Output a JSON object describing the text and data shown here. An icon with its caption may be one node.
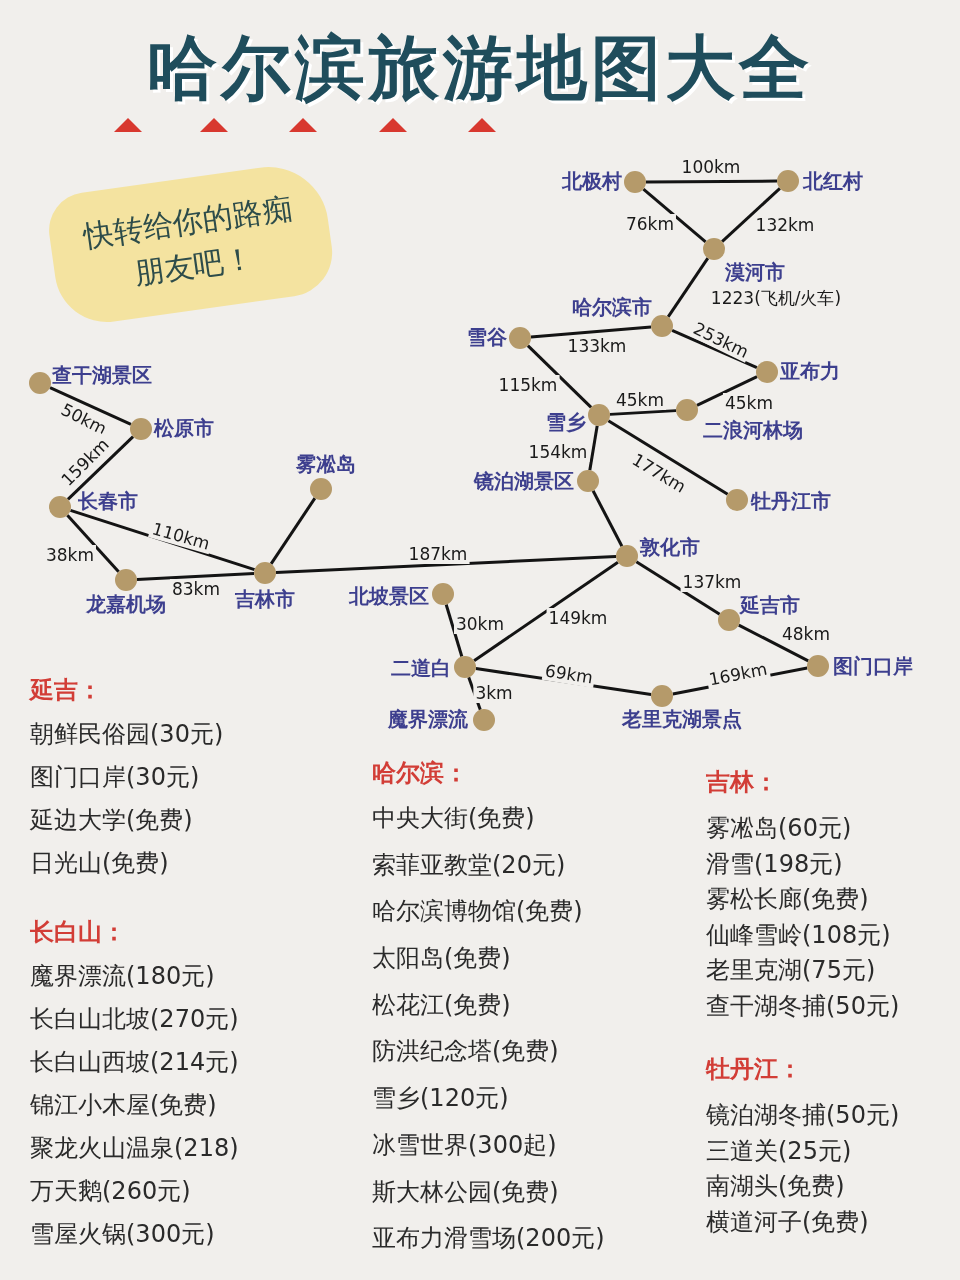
{
  "diagram": {
    "title": "哈尔滨旅游地图大全",
    "nodes": [
      {
        "text": [
          "北极村"
        ]
      },
      {
        "text": [
          "北红村"
        ]
      },
      {
        "text": [
          "漠河市"
        ]
      },
      {
        "text": [
          "哈尔滨市"
        ]
      },
      {
        "text": [
          "雪谷"
        ]
      },
      {
        "text": [
          "亚布力"
        ]
      },
      {
        "text": [
          "雪乡"
        ]
      },
      {
        "text": [
          "二浪河林场"
        ]
      },
      {
        "text": [
          "镜泊湖景区"
        ]
      },
      {
        "text": [
          "牡丹江市"
        ]
      },
      {
        "text": [
          "查干湖景区"
        ]
      },
      {
        "text": [
          "松原市"
        ]
      },
      {
        "text": [
          "长春市"
        ]
      },
      {
        "text": [
          "雾凇岛"
        ]
      },
      {
        "text": [
          "龙嘉机场"
        ]
      },
      {
        "text": [
          "吉林市"
        ]
      },
      {
        "text": [
          "敦化市"
        ]
      },
      {
        "text": [
          "北坡景区"
        ]
      },
      {
        "text": [
          "延吉市"
        ]
      },
      {
        "text": [
          "二道白"
        ]
      },
      {
        "text": [
          "图门口岸"
        ]
      },
      {
        "text": [
          "魔界漂流"
        ]
      },
      {
        "text": [
          "老里克湖景点"
        ]
      }
    ],
    "edges": [
      {
        "from": 0,
        "to": 1,
        "arrow": "none",
        "label": "100km"
      },
      {
        "from": 0,
        "to": 2,
        "arrow": "none",
        "label": "76km"
      },
      {
        "from": 1,
        "to": 2,
        "arrow": "none",
        "label": "132km"
      },
      {
        "from": 2,
        "to": 3,
        "arrow": "none",
        "label": "1223(飞机/火车)"
      },
      {
        "from": 3,
        "to": 4,
        "arrow": "none",
        "label": "133km"
      },
      {
        "from": 3,
        "to": 5,
        "arrow": "none",
        "label": "253km"
      },
      {
        "from": 4,
        "to": 6,
        "arrow": "none",
        "label": "115km"
      },
      {
        "from": 6,
        "to": 7,
        "arrow": "none",
        "label": "45km"
      },
      {
        "from": 7,
        "to": 5,
        "arrow": "none",
        "label": "45km"
      },
      {
        "from": 6,
        "to": 9,
        "arrow": "none",
        "label": "177km"
      },
      {
        "from": 6,
        "to": 8,
        "arrow": "none",
        "label": "154km"
      },
      {
        "from": 8,
        "to": 16,
        "arrow": "none"
      },
      {
        "from": 10,
        "to": 11,
        "arrow": "none",
        "label": "50km"
      },
      {
        "from": 11,
        "to": 12,
        "arrow": "none",
        "label": "159km"
      },
      {
        "from": 12,
        "to": 15,
        "arrow": "none",
        "label": "110km"
      },
      {
        "from": 12,
        "to": 14,
        "arrow": "none",
        "label": "38km"
      },
      {
        "from": 14,
        "to": 15,
        "arrow": "none",
        "label": "83km"
      },
      {
        "from": 15,
        "to": 13,
        "arrow": "none"
      },
      {
        "from": 15,
        "to": 16,
        "arrow": "none",
        "label": "187km"
      },
      {
        "from": 16,
        "to": 19,
        "arrow": "none",
        "label": "149km"
      },
      {
        "from": 16,
        "to": 18,
        "arrow": "none",
        "label": "137km"
      },
      {
        "from": 18,
        "to": 20,
        "arrow": "none",
        "label": "48km"
      },
      {
        "from": 17,
        "to": 19,
        "arrow": "none",
        "label": "30km"
      },
      {
        "from": 19,
        "to": 21,
        "arrow": "none",
        "label": "3km"
      },
      {
        "from": 19,
        "to": 22,
        "arrow": "none",
        "label": "69km"
      },
      {
        "from": 22,
        "to": 20,
        "arrow": "none",
        "label": "169km"
      }
    ],
    "labels": [
      "快转给你的路痴朋友吧！",
      "延吉：",
      "朝鲜民俗园(30元)",
      "图门口岸(30元)",
      "延边大学(免费)",
      "日光山(免费)",
      "长白山：",
      "魔界漂流(180元)",
      "长白山北坡(270元)",
      "长白山西坡(214元)",
      "锦江小木屋(免费)",
      "聚龙火山温泉(218)",
      "万天鹅(260元)",
      "雪屋火锅(300元)",
      "哈尔滨：",
      "中央大街(免费)",
      "索菲亚教堂(20元)",
      "哈尔滨博物馆(免费)",
      "太阳岛(免费)",
      "松花江(免费)",
      "防洪纪念塔(免费)",
      "雪乡(120元)",
      "冰雪世界(300起)",
      "斯大林公园(免费)",
      "亚布力滑雪场(200元)",
      "吉林：",
      "雾凇岛(60元)",
      "滑雪(198元)",
      "雾松长廊(免费)",
      "仙峰雪岭(108元)",
      "老里克湖(75元)",
      "查干湖冬捕(50元)",
      "牡丹江：",
      "镜泊湖冬捕(50元)",
      "三道关(25元)",
      "南湖头(免费)",
      "横道河子(免费)"
    ]
  }
}
